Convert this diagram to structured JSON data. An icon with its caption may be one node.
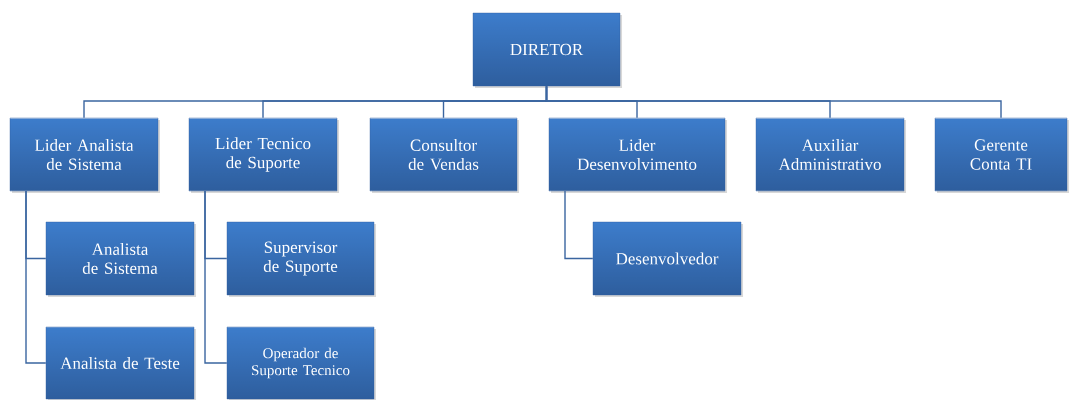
{
  "diagram": {
    "nodes": [
      {
        "text": [
          "DIRETOR"
        ]
      },
      {
        "text": [
          "Lider Analista de Sistema"
        ]
      },
      {
        "text": [
          "Lider Tecnico de Suporte"
        ]
      },
      {
        "text": [
          "Consultor de Vendas"
        ]
      },
      {
        "text": [
          "Lider Desenvolvimento"
        ]
      },
      {
        "text": [
          "Auxiliar Administrativo"
        ]
      },
      {
        "text": [
          "Gerente Conta TI"
        ]
      },
      {
        "text": [
          "Analista de Sistema"
        ]
      },
      {
        "text": [
          "Analista de Teste"
        ]
      },
      {
        "text": [
          "Supervisor de Suporte"
        ]
      },
      {
        "text": [
          "Operador de Suporte Tecnico"
        ]
      },
      {
        "text": [
          "Desenvolvedor"
        ]
      }
    ],
    "edges": [
      {
        "from": 0,
        "to": 1,
        "arrow": "none"
      },
      {
        "from": 0,
        "to": 2,
        "arrow": "none"
      },
      {
        "from": 0,
        "to": 3,
        "arrow": "none"
      },
      {
        "from": 0,
        "to": 4,
        "arrow": "none"
      },
      {
        "from": 0,
        "to": 5,
        "arrow": "none"
      },
      {
        "from": 0,
        "to": 6,
        "arrow": "none"
      },
      {
        "from": 1,
        "to": 7,
        "arrow": "none"
      },
      {
        "from": 1,
        "to": 8,
        "arrow": "none"
      },
      {
        "from": 2,
        "to": 9,
        "arrow": "none"
      },
      {
        "from": 2,
        "to": 10,
        "arrow": "none"
      },
      {
        "from": 4,
        "to": 11,
        "arrow": "none"
      }
    ]
  }
}
